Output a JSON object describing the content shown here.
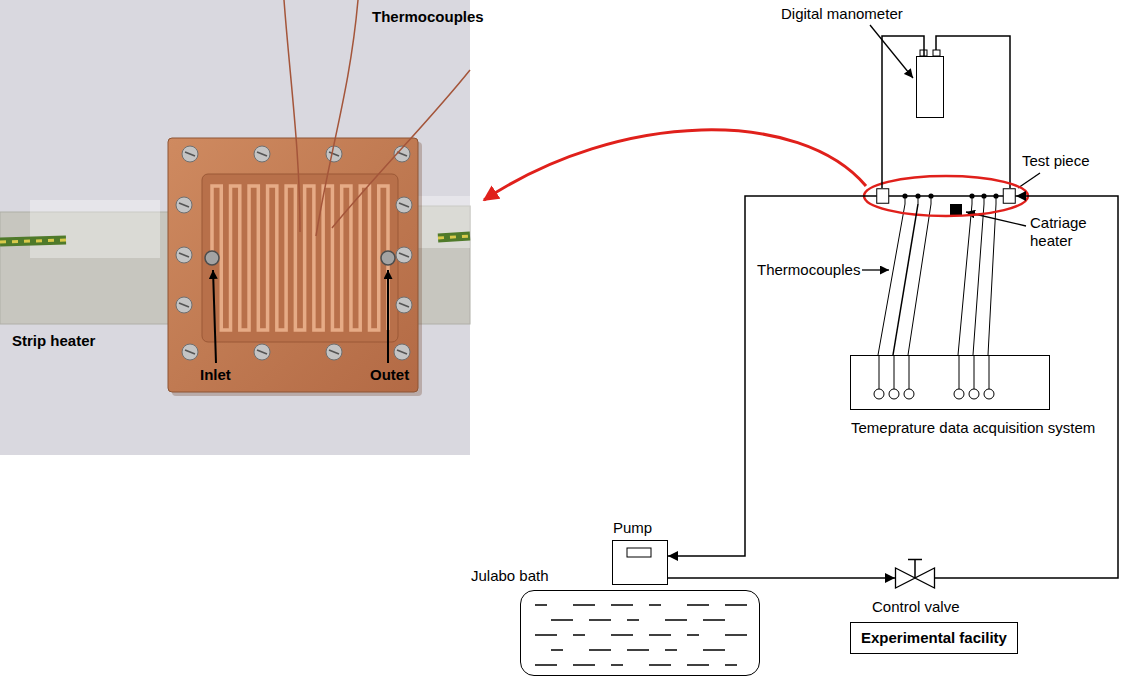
{
  "diagram": {
    "nodes": [
      {
        "text": [
          "Digital manometer"
        ]
      },
      {
        "text": [
          "Test piece"
        ]
      },
      {
        "text": [
          "Temeprature data acquisition system"
        ]
      },
      {
        "text": [
          "Pump"
        ]
      },
      {
        "text": [
          "Julabo bath"
        ]
      },
      {
        "text": [
          "Control valve"
        ]
      },
      {
        "text": [
          "Experimental facility"
        ]
      }
    ],
    "edges": [
      {
        "from": 0,
        "to": 1,
        "arrow": "none"
      },
      {
        "from": 1,
        "to": 2,
        "arrow": "none"
      },
      {
        "from": 1,
        "to": 3,
        "arrow": "to"
      },
      {
        "from": 3,
        "to": 5,
        "arrow": "to"
      },
      {
        "from": 5,
        "to": 1,
        "arrow": "to"
      }
    ],
    "labels": [
      "Thermocouples",
      "Strip heater",
      "Inlet",
      "Outet",
      "Thermocouples",
      "Catriage heater"
    ]
  }
}
